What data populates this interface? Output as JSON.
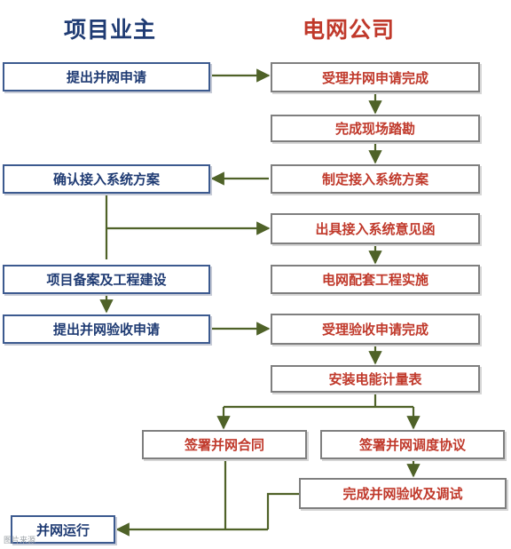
{
  "headers": {
    "owner": "项目业主",
    "grid": "电网公司"
  },
  "steps": {
    "submit_application": "提出并网申请",
    "accept_application": "受理并网申请完成",
    "site_survey": "完成现场踏勘",
    "make_plan": "制定接入系统方案",
    "confirm_plan": "确认接入系统方案",
    "issue_opinion": "出具接入系统意见函",
    "project_filing": "项目备案及工程建设",
    "grid_supporting": "电网配套工程实施",
    "submit_acceptance": "提出并网验收申请",
    "accept_acceptance": "受理验收申请完成",
    "install_meter": "安装电能计量表",
    "sign_contract": "签署并网合同",
    "sign_dispatch": "签署并网调度协议",
    "complete_acceptance": "完成并网验收及调试",
    "grid_operation": "并网运行"
  },
  "colors": {
    "owner_text": "#1f3b73",
    "grid_text": "#c0392b",
    "arrow": "#4f6228"
  },
  "watermark": "图片来源"
}
